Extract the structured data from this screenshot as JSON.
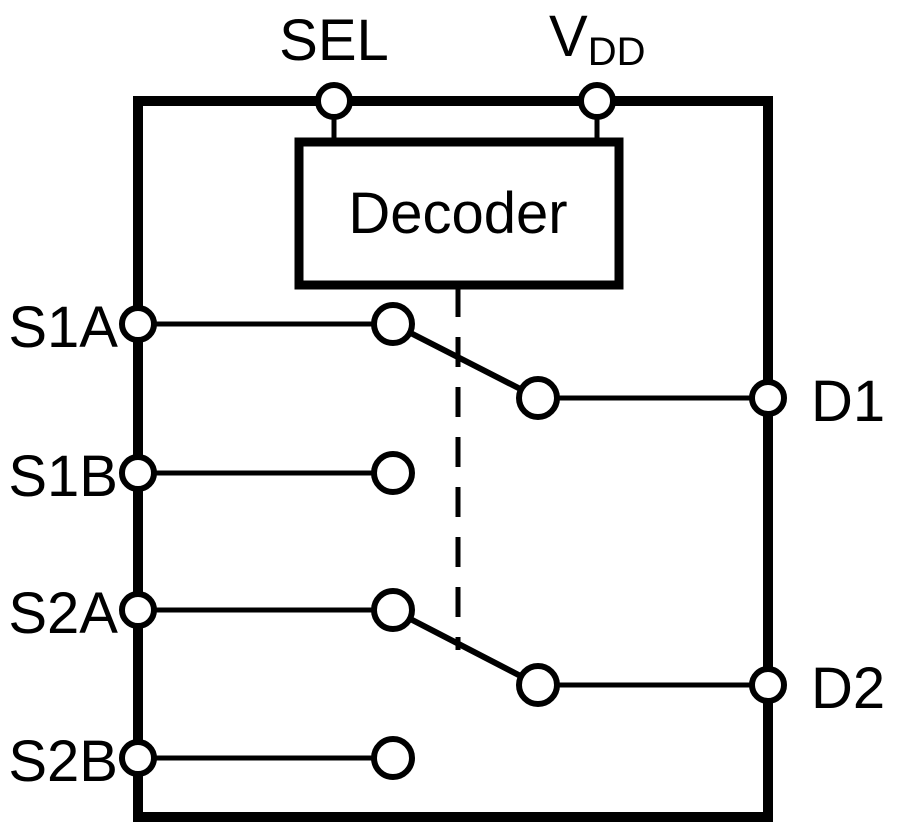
{
  "diagram": {
    "colors": {
      "line": "#000000",
      "background": "#ffffff"
    },
    "decoder_label": "Decoder",
    "pins": {
      "sel": "SEL",
      "vdd": {
        "base": "V",
        "subscript": "DD"
      },
      "s1a": "S1A",
      "s1b": "S1B",
      "s2a": "S2A",
      "s2b": "S2B",
      "d1": "D1",
      "d2": "D2"
    }
  }
}
